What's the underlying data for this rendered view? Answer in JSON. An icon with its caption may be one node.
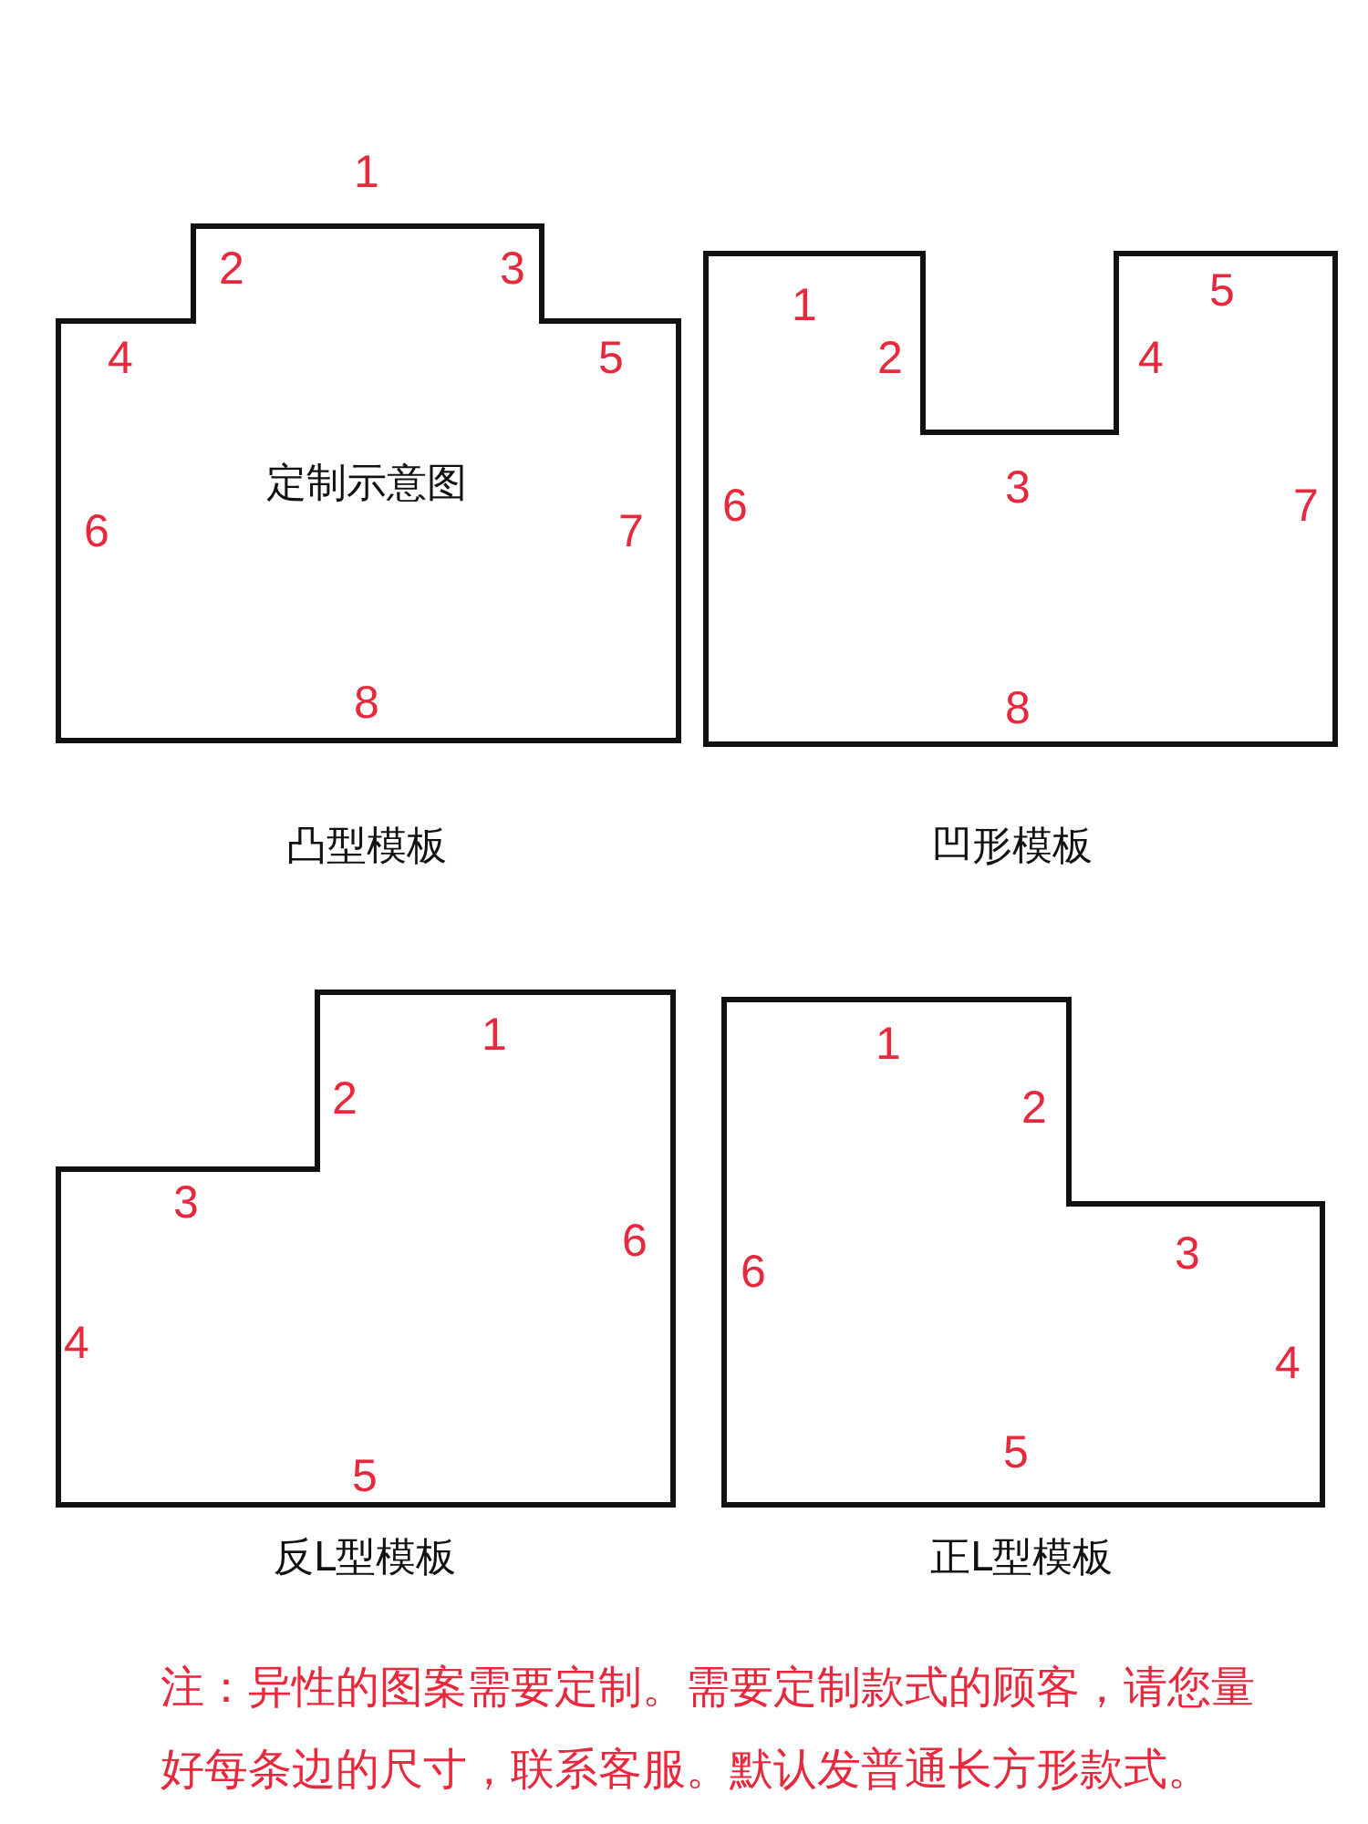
{
  "diagram": {
    "nodes": [
      {
        "text": [
          "定制示意图",
          "凸型模板"
        ]
      },
      {
        "text": [
          "凹形模板"
        ]
      },
      {
        "text": [
          "反L型模板"
        ]
      },
      {
        "text": [
          "正L型模板"
        ]
      }
    ],
    "labels": [
      "1",
      "2",
      "3",
      "4",
      "5",
      "6",
      "7",
      "8",
      "1",
      "2",
      "3",
      "4",
      "5",
      "6",
      "7",
      "8",
      "1",
      "2",
      "3",
      "4",
      "5",
      "6",
      "1",
      "2",
      "3",
      "4",
      "5",
      "6",
      "注：异性的图案需要定制。需要定制款式的顾客，请您量好每条边的尺寸，联系客服。默认发普通长方形款式。"
    ]
  }
}
